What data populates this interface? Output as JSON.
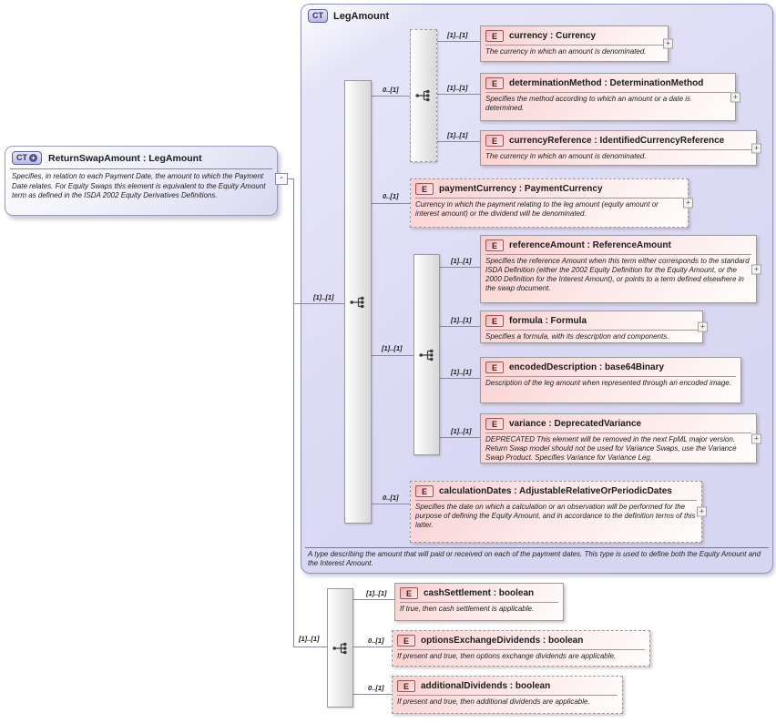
{
  "root": {
    "badge": "CT",
    "badge_plus": "+",
    "title": "ReturnSwapAmount : LegAmount",
    "annotation": "Specifies, in relation to each Payment Date, the amount to which the Payment Date relates. For Equity Swaps this element is equivalent to the Equity Amount term as defined in the ISDA 2002 Equity Derivatives Definitions.",
    "collapse_glyph": "-"
  },
  "complex_type": {
    "badge": "CT",
    "title": "LegAmount",
    "annotation": "A type describing the amount that will paid or received on each of the payment dates. This type is used to define both the Equity Amount and the Interest Amount."
  },
  "badges": {
    "element": "E",
    "expand": "+"
  },
  "cardinality": {
    "root_to_sequence": "[1]..[1]",
    "root_to_bottom_sequence": "[1]..[1]",
    "seq_to_currency_group": "0..[1]",
    "seq_to_payment_currency": "0..[1]",
    "seq_to_amount_group": "[1]..[1]",
    "seq_to_calculation_dates": "0..[1]",
    "currency_group_to_currency": "[1]..[1]",
    "currency_group_to_determination_method": "[1]..[1]",
    "currency_group_to_currency_reference": "[1]..[1]",
    "amount_group_to_reference_amount": "[1]..[1]",
    "amount_group_to_formula": "[1]..[1]",
    "amount_group_to_encoded_description": "[1]..[1]",
    "amount_group_to_variance": "[1]..[1]",
    "bottom_to_cash_settlement": "[1]..[1]",
    "bottom_to_options_exchange_dividends": "0..[1]",
    "bottom_to_additional_dividends": "0..[1]"
  },
  "elements": [
    {
      "label": "currency : Currency",
      "annotation": "The currency in which an amount is denominated."
    },
    {
      "label": "determinationMethod : DeterminationMethod",
      "annotation": "Specifies the method according to which an amount or a date is determined."
    },
    {
      "label": "currencyReference : IdentifiedCurrencyReference",
      "annotation": "The currency in which an amount is denominated."
    },
    {
      "label": "paymentCurrency : PaymentCurrency",
      "annotation": "Currency in which the payment relating to the leg amount (equity amount or interest amount) or the dividend will be denominated."
    },
    {
      "label": "referenceAmount : ReferenceAmount",
      "annotation": "Specifies the reference Amount when this term either corresponds to the standard ISDA Definition (either the 2002 Equity Definition for the Equity Amount, or the 2000 Definition for the Interest Amount), or points to a term defined elsewhere in the swap document."
    },
    {
      "label": "formula : Formula",
      "annotation": "Specifies a formula, with its description and components."
    },
    {
      "label": "encodedDescription : base64Binary",
      "annotation": "Description of the leg amount when represented through an encoded image."
    },
    {
      "label": "variance : DeprecatedVariance",
      "annotation": "DEPRECATED This element will be removed in the next FpML major version. Return Swap model should not be used for Variance Swaps, use the Variance Swap Product. Specifies Variance for Variance Leg."
    },
    {
      "label": "calculationDates : AdjustableRelativeOrPeriodicDates",
      "annotation": "Specifies the date on which a calculation or an observation will be performed for the purpose of defining the Equity Amount, and in accordance to the definition terms of this latter."
    },
    {
      "label": "cashSettlement : boolean",
      "annotation": "If true, then cash settlement is applicable."
    },
    {
      "label": "optionsExchangeDividends : boolean",
      "annotation": "If present and true, then options exchange dividends are applicable."
    },
    {
      "label": "additionalDividends : boolean",
      "annotation": "If present and true, then additional dividends are applicable."
    }
  ]
}
